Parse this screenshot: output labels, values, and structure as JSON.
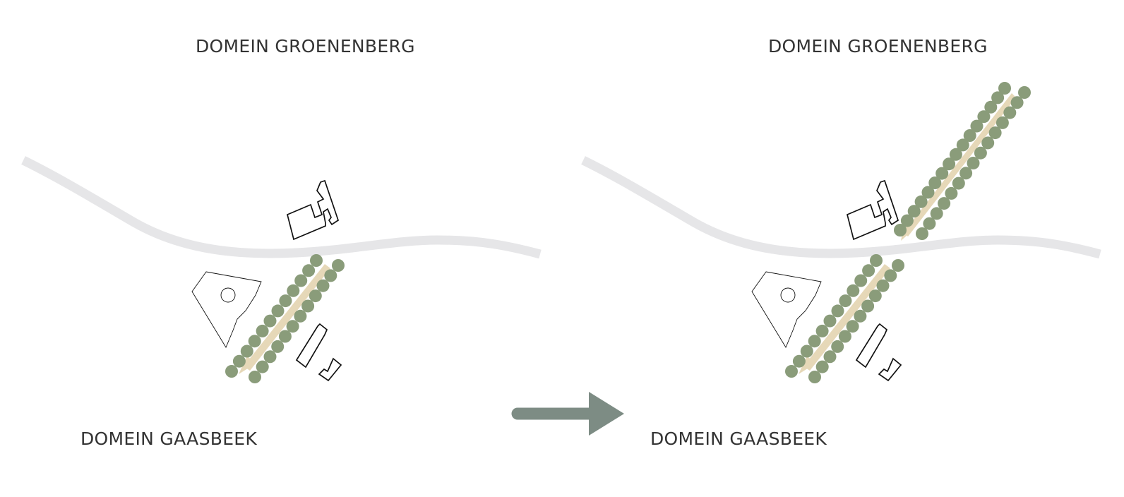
{
  "labels": {
    "left_top": "DOMEIN GROENENBERG",
    "left_bottom": "DOMEIN GAASBEEK",
    "right_top": "DOMEIN GROENENBERG",
    "right_bottom": "DOMEIN GAASBEEK"
  },
  "colors": {
    "road": "#e6e6e8",
    "tree": "#8a9c7a",
    "path": "#e6d8b8",
    "building_stroke": "#111111",
    "arrow": "#7d8c84",
    "text": "#333333"
  },
  "icons": {
    "transition": "right-arrow-icon"
  }
}
